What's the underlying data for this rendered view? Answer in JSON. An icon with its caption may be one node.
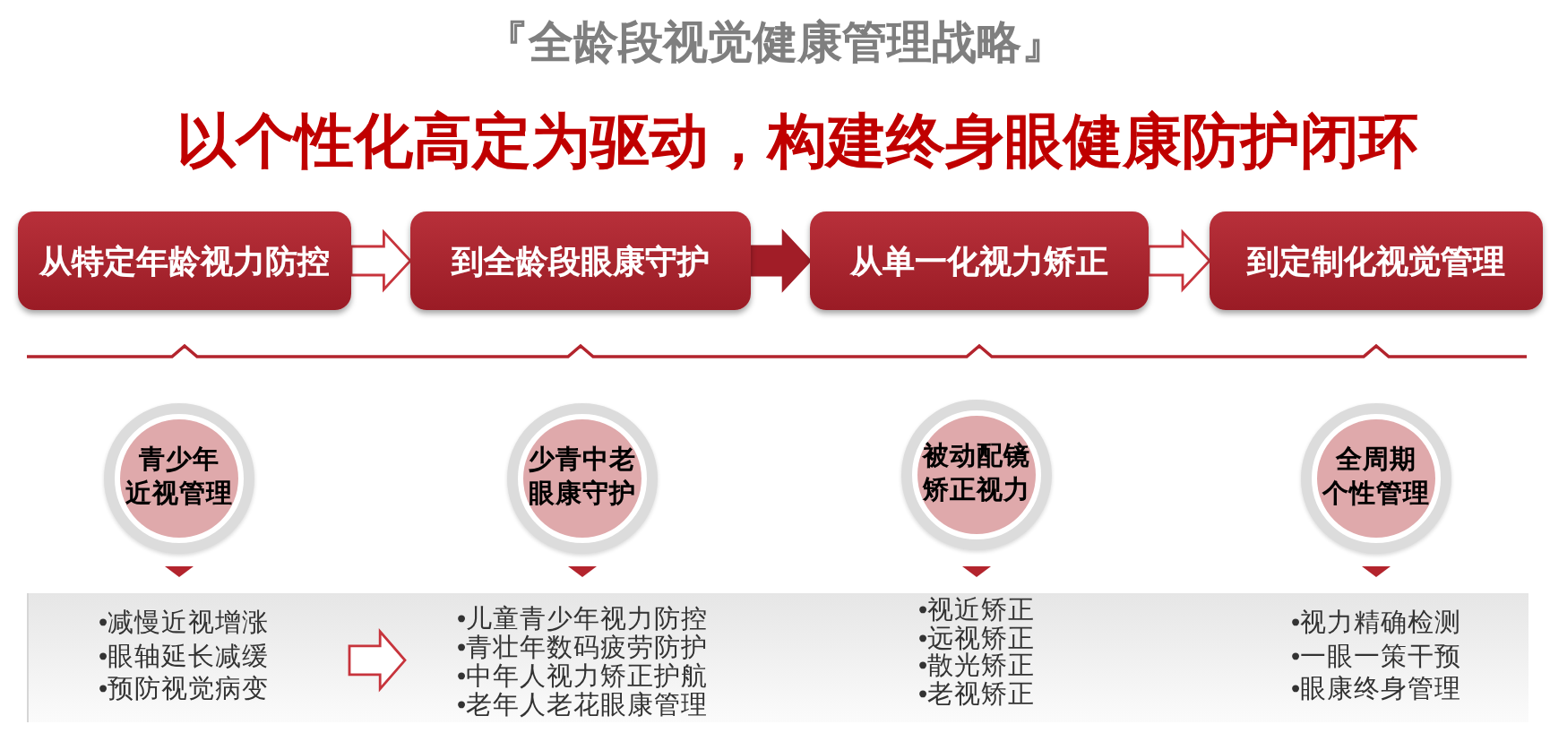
{
  "diagram": {
    "title": "『全龄段视觉健康管理战略』",
    "nodes": [
      {
        "text": [
          "从特定年龄视力防控"
        ]
      },
      {
        "text": [
          "到全龄段眼康守护"
        ]
      },
      {
        "text": [
          "从单一化视力矫正"
        ]
      },
      {
        "text": [
          "到定制化视觉管理"
        ]
      },
      {
        "text": [
          "青少年近视管理"
        ]
      },
      {
        "text": [
          "少青中老眼康守护"
        ]
      },
      {
        "text": [
          "被动配镜矫正视力"
        ]
      },
      {
        "text": [
          "全周期个性管理"
        ]
      },
      {
        "text": [
          "•减慢近视增涨",
          "•眼轴延长减缓",
          "•预防视觉病变"
        ]
      },
      {
        "text": [
          "•儿童青少年视力防控",
          "•青壮年数码疲劳防护",
          "•中年人视力矫正护航",
          "•老年人老花眼康管理"
        ]
      },
      {
        "text": [
          "•视近矫正",
          "•远视矫正",
          "•散光矫正",
          "•老视矫正"
        ]
      },
      {
        "text": [
          "•视力精确检测",
          "•一眼一策干预",
          "•眼康终身管理"
        ]
      }
    ],
    "edges": [
      {
        "from": 0,
        "to": 1,
        "arrow": "to"
      },
      {
        "from": 1,
        "to": 2,
        "arrow": "to",
        "style": "thick"
      },
      {
        "from": 2,
        "to": 3,
        "arrow": "to"
      },
      {
        "from": 8,
        "to": 9,
        "arrow": "to"
      }
    ],
    "labels": [
      "以个性化高定为驱动，构建终身眼健康防护闭环"
    ]
  }
}
